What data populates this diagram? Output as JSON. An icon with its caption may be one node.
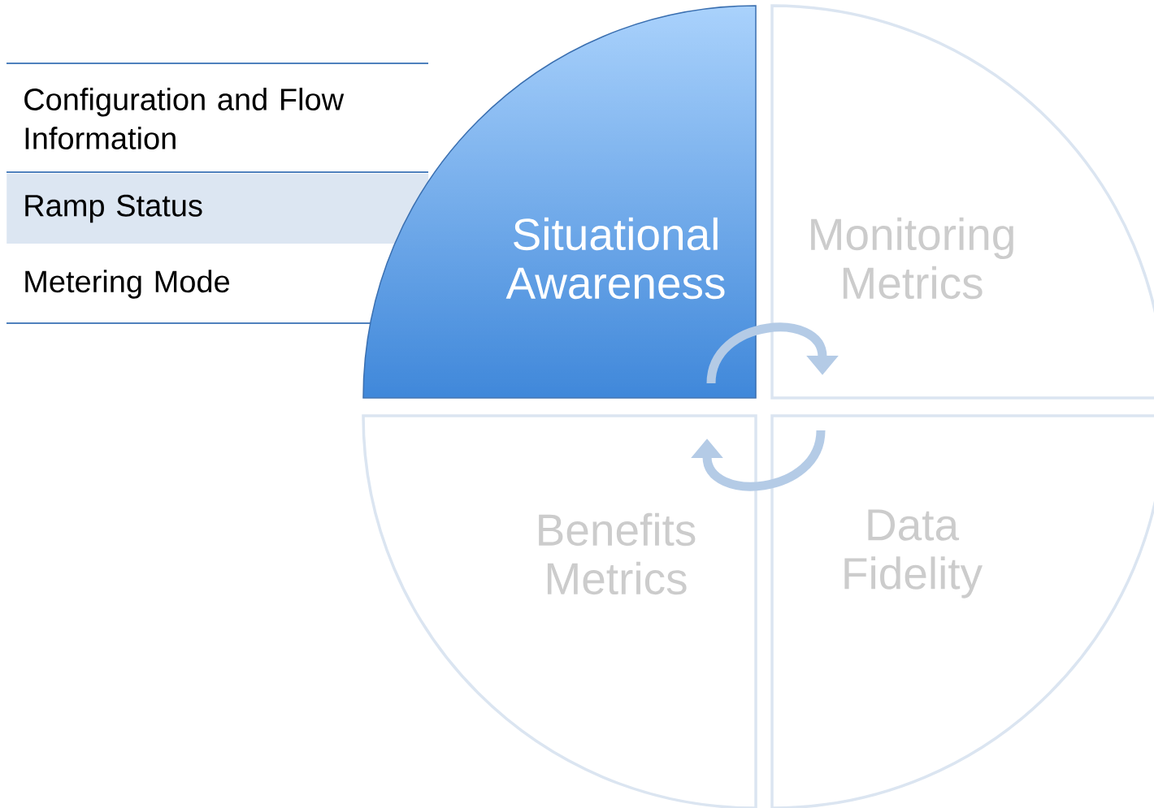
{
  "diagram": {
    "nodes": [
      {
        "text": [
          "Configuration and Flow Information"
        ]
      },
      {
        "text": [
          "Ramp Status"
        ]
      },
      {
        "text": [
          "Metering Mode"
        ]
      },
      {
        "text": [
          "Situational Awareness"
        ]
      },
      {
        "text": [
          "Monitoring Metrics"
        ]
      },
      {
        "text": [
          "Benefits Metrics"
        ]
      },
      {
        "text": [
          "Data Fidelity"
        ]
      }
    ],
    "edges": [
      {
        "from": 3,
        "to": 4,
        "arrow": "to"
      },
      {
        "from": 6,
        "to": 5,
        "arrow": "to"
      }
    ]
  }
}
